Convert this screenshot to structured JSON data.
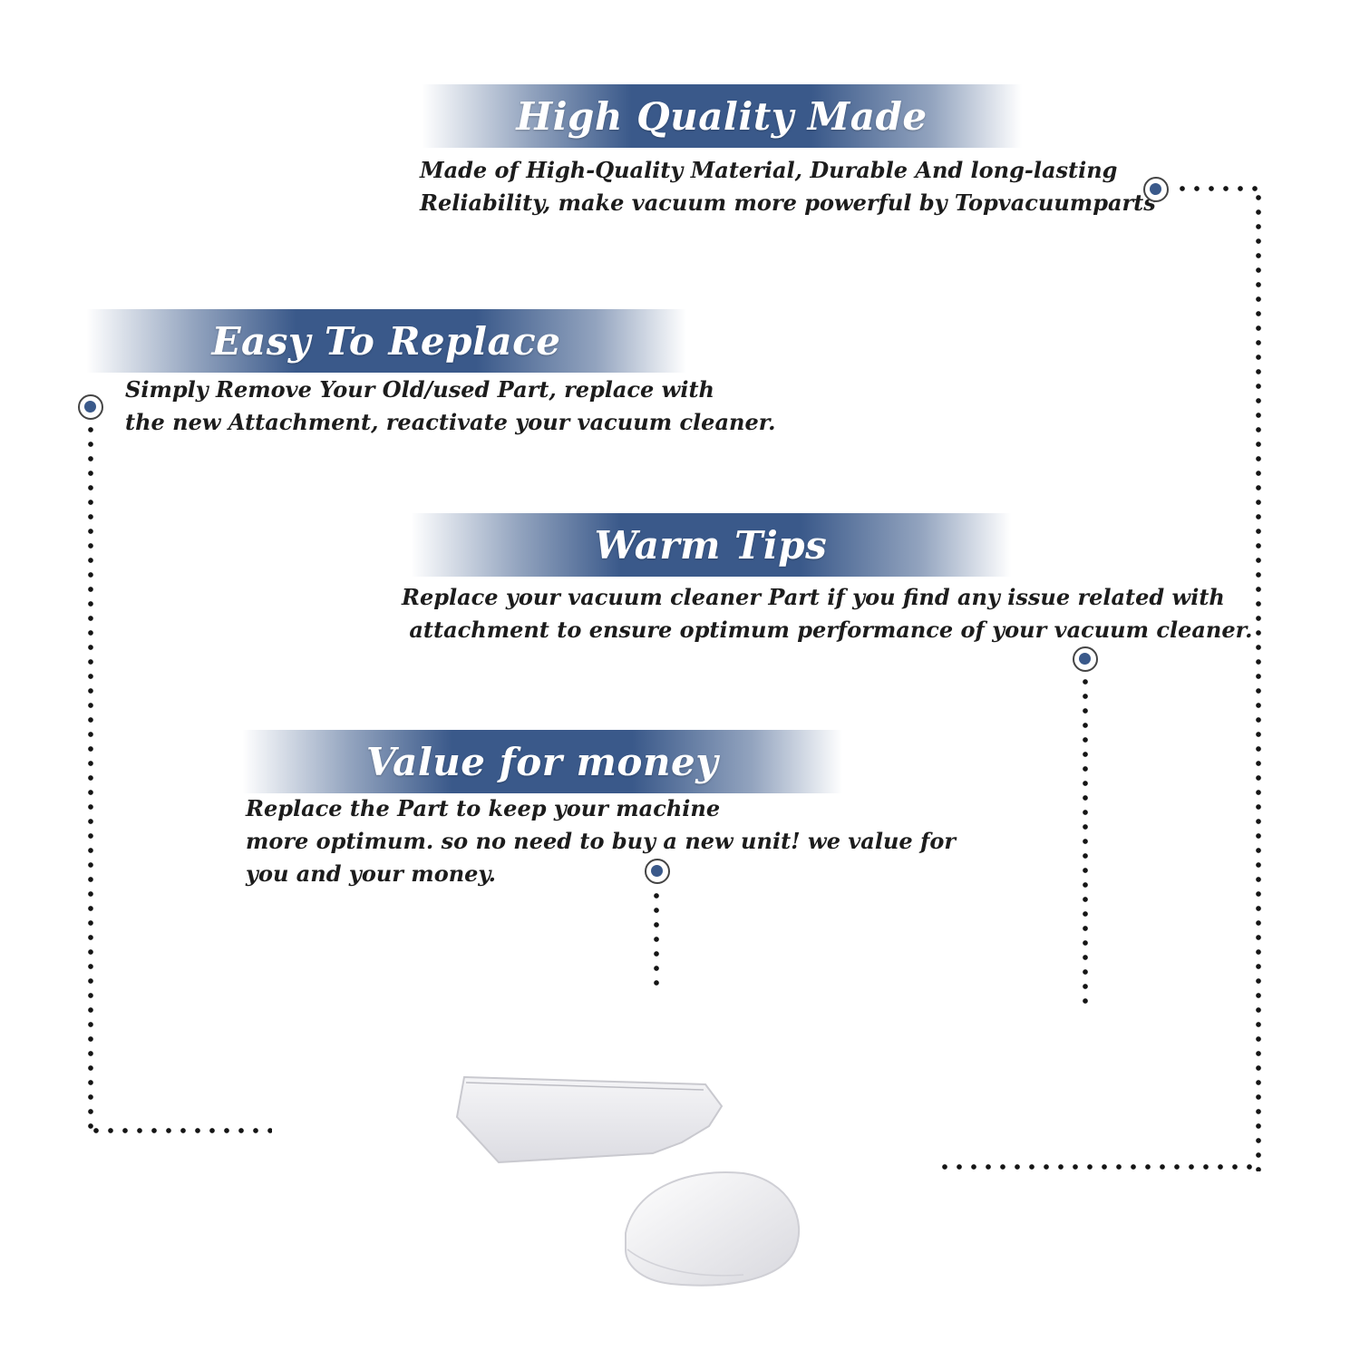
{
  "sections": [
    {
      "title": "High Quality Made",
      "lines": [
        "Made of  High-Quality Material, Durable And long-lasting",
        "Reliability, make vacuum more powerful by Topvacuumparts"
      ]
    },
    {
      "title": "Easy To Replace",
      "lines": [
        "Simply Remove Your Old/used Part, replace with",
        "the new Attachment, reactivate your vacuum cleaner."
      ]
    },
    {
      "title": "Warm Tips",
      "lines": [
        "Replace your vacuum cleaner Part if you find any issue related with",
        " attachment to ensure optimum performance of your vacuum cleaner."
      ]
    },
    {
      "title": "Value for money",
      "lines": [
        "Replace the Part to keep your machine",
        "more optimum. so no need to buy a new unit! we value for",
        "you and your money."
      ]
    }
  ],
  "colors": {
    "banner_blue": "#3a598a",
    "text": "#1c1c1c",
    "dots": "#151515"
  },
  "icons": [
    "connector-node-icon",
    "filter-bag-product-image"
  ]
}
